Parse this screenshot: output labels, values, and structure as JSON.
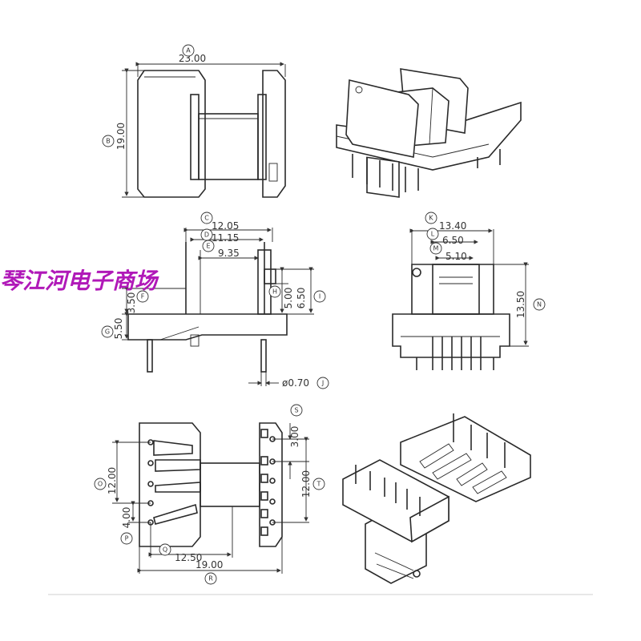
{
  "watermark": "琴江河电子商场",
  "top_view": {
    "A": {
      "letter": "A",
      "value": "23.00"
    },
    "B": {
      "letter": "B",
      "value": "19.00"
    }
  },
  "front_view": {
    "C": {
      "letter": "C",
      "value": "12.05"
    },
    "D": {
      "letter": "D",
      "value": "11.15"
    },
    "E": {
      "letter": "E",
      "value": "9.35"
    },
    "F": {
      "letter": "F",
      "value": "3.50"
    },
    "G": {
      "letter": "G",
      "value": "5.50"
    },
    "H": {
      "letter": "H",
      "value": "5.00"
    },
    "I": {
      "letter": "I",
      "value": "6.50"
    },
    "J": {
      "letter": "J",
      "value": "ø0.70"
    }
  },
  "side_view": {
    "K": {
      "letter": "K",
      "value": "13.40"
    },
    "L": {
      "letter": "L",
      "value": "6.50"
    },
    "M": {
      "letter": "M",
      "value": "5.10"
    },
    "N": {
      "letter": "N",
      "value": "13.50"
    }
  },
  "bottom_view": {
    "O": {
      "letter": "O",
      "value": "12.00"
    },
    "P": {
      "letter": "P",
      "value": "4.00"
    },
    "Q": {
      "letter": "Q",
      "value": "12.50"
    },
    "R": {
      "letter": "R",
      "value": "19.00"
    },
    "S": {
      "letter": "S",
      "value": "3.00"
    },
    "T": {
      "letter": "T",
      "value": "12.00"
    }
  }
}
